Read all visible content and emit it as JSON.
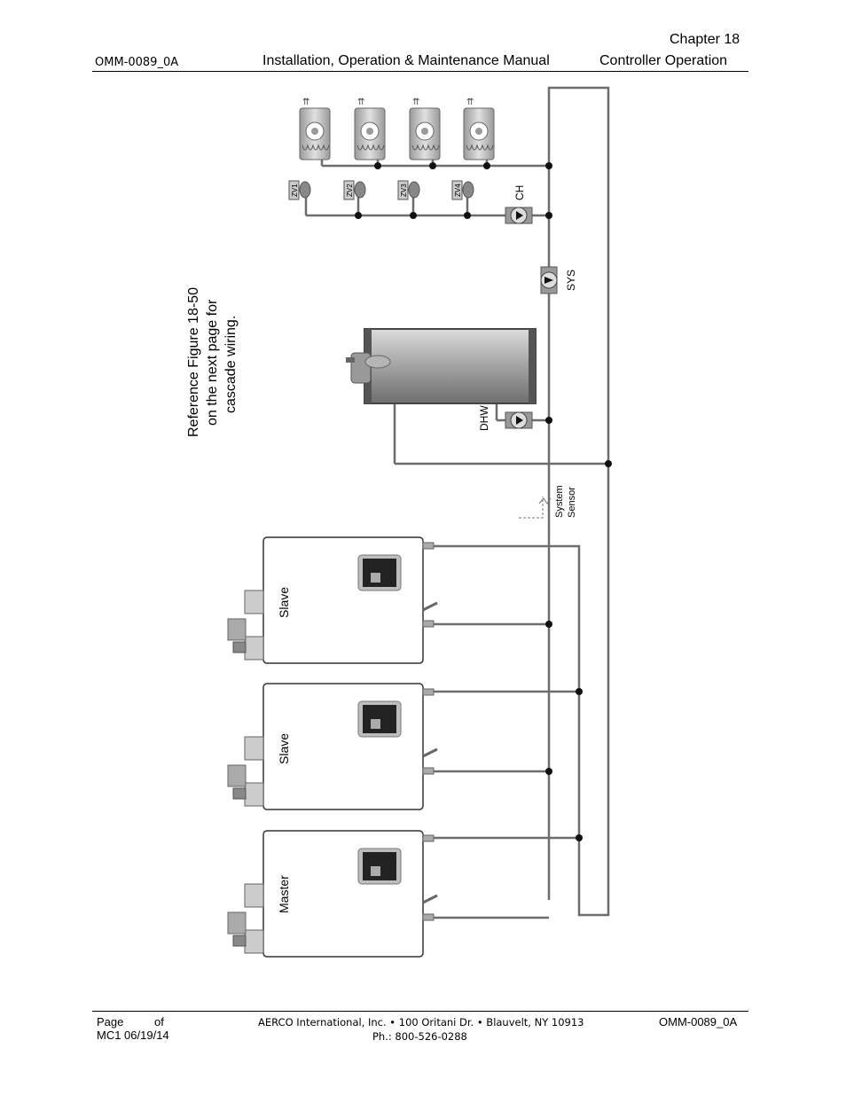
{
  "header": {
    "chapter": "Chapter 18",
    "doc_id": "OMM-0089_0A",
    "manual_title": "Installation, Operation & Maintenance Manual",
    "section": "Controller Operation"
  },
  "diagram": {
    "reference_note": [
      "Reference Figure 18-50",
      "on the next page for",
      "cascade wiring."
    ],
    "boilers": [
      {
        "label": "Slave"
      },
      {
        "label": "Slave"
      },
      {
        "label": "Master"
      }
    ],
    "zones": [
      "ZV1",
      "ZV2",
      "ZV3",
      "ZV4"
    ],
    "pumps": {
      "ch": "CH",
      "sys": "SYS",
      "dhw": "DHW"
    },
    "sensor_label": [
      "System",
      "Sensor"
    ]
  },
  "footer": {
    "page_label": "Page",
    "of_label": "of",
    "revision": "MC1 06/19/14",
    "company_line": "AERCO International, Inc. • 100 Oritani Dr. •  Blauvelt, NY 10913",
    "phone": "Ph.: 800-526-0288",
    "doc_id": "OMM-0089_0A"
  }
}
